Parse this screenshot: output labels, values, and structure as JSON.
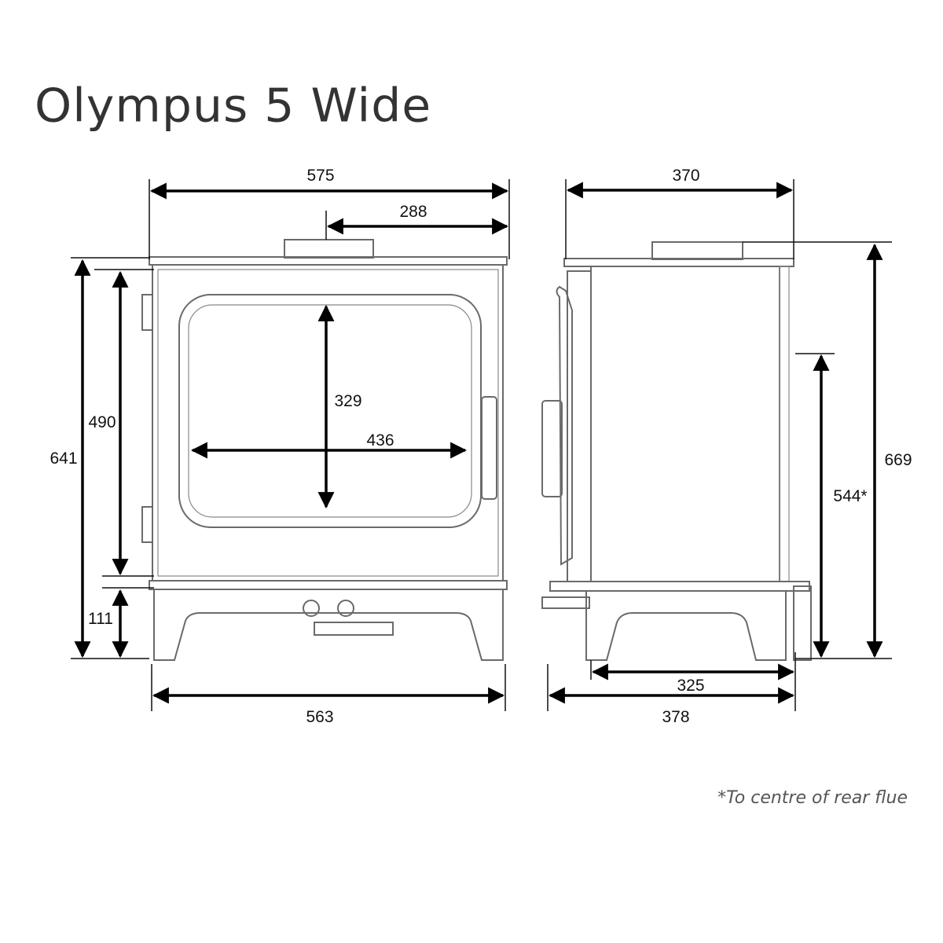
{
  "title": "Olympus 5 Wide",
  "footnote": "*To centre of rear flue",
  "front_view": {
    "overall_width": "575",
    "flue_offset": "288",
    "overall_height": "641",
    "door_height": "490",
    "leg_height": "111",
    "glass_height": "329",
    "glass_width": "436",
    "base_width": "563"
  },
  "side_view": {
    "overall_depth": "370",
    "overall_height": "669",
    "rear_flue_height": "544*",
    "leg_depth": "325",
    "base_depth": "378"
  }
}
